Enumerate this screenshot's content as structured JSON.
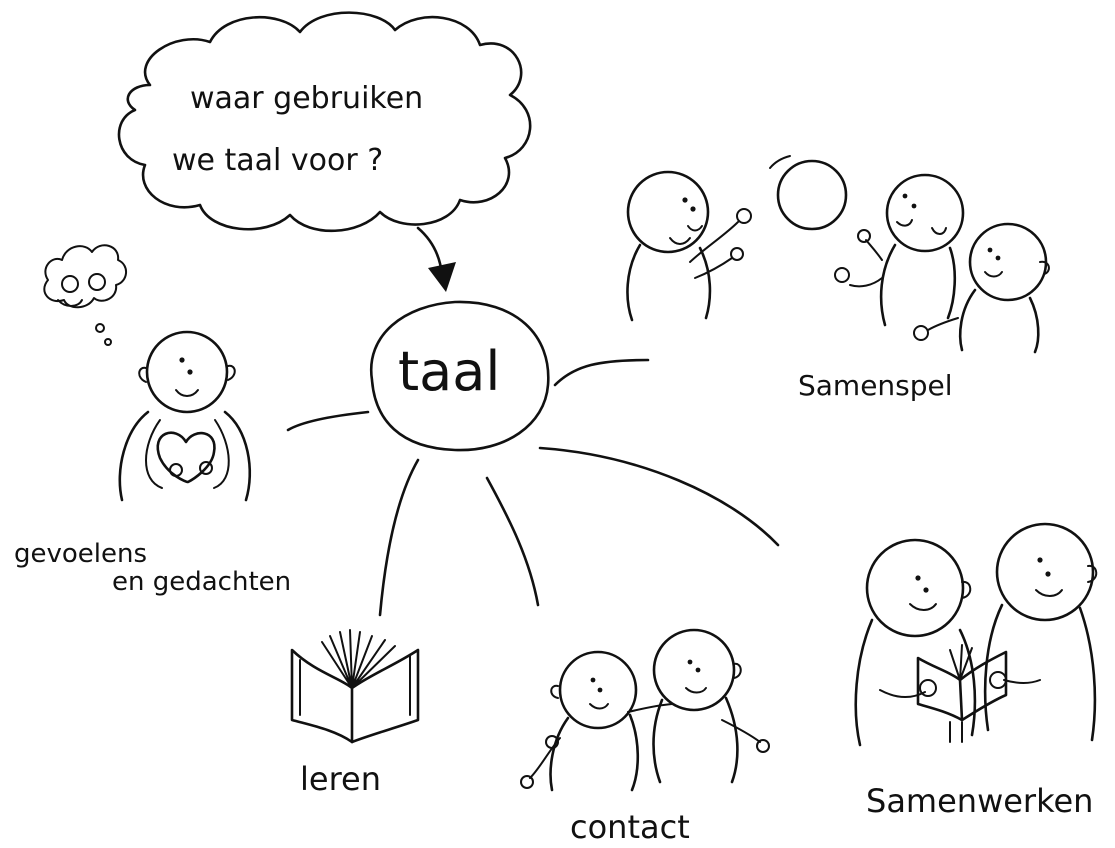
{
  "question": {
    "line1": "waar gebruiken",
    "line2": "we taal voor ?"
  },
  "center": {
    "label": "taal"
  },
  "topics": {
    "samenspel": "Samenspel",
    "gevoelens_line1": "gevoelens",
    "gevoelens_line2": "en gedachten",
    "leren": "leren",
    "contact": "contact",
    "samenwerken": "Samenwerken"
  },
  "colors": {
    "ink": "#111111",
    "paper": "#ffffff"
  }
}
